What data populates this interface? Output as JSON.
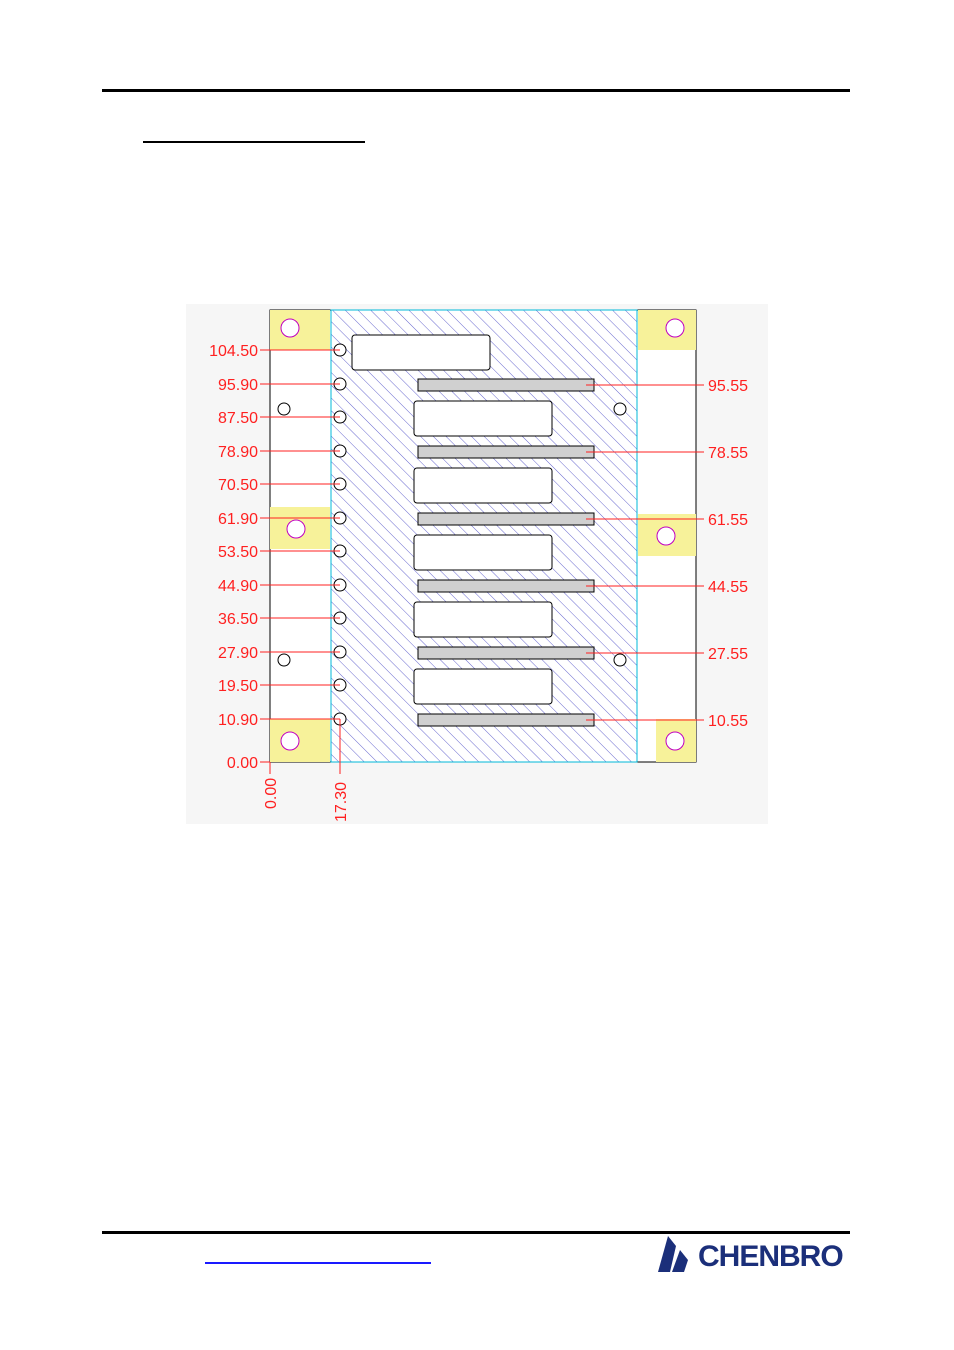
{
  "drawing": {
    "left_labels": [
      "104.50",
      "95.90",
      "87.50",
      "78.90",
      "70.50",
      "61.90",
      "53.50",
      "44.90",
      "36.50",
      "27.90",
      "19.50",
      "10.90",
      "0.00"
    ],
    "right_labels": [
      "95.55",
      "78.55",
      "61.55",
      "44.55",
      "27.55",
      "10.55"
    ],
    "bottom_labels": [
      "0.00",
      "17.30"
    ],
    "colors": {
      "dimension": "#ff2020",
      "hatch": "#6a6ad0",
      "mount_pad": "#f7f29a",
      "outline": "#00b8d8",
      "connector": "#c040c0"
    }
  },
  "footer": {
    "logo_name": "CHENBRO",
    "logo_icon": "chenbro-logo-icon"
  }
}
